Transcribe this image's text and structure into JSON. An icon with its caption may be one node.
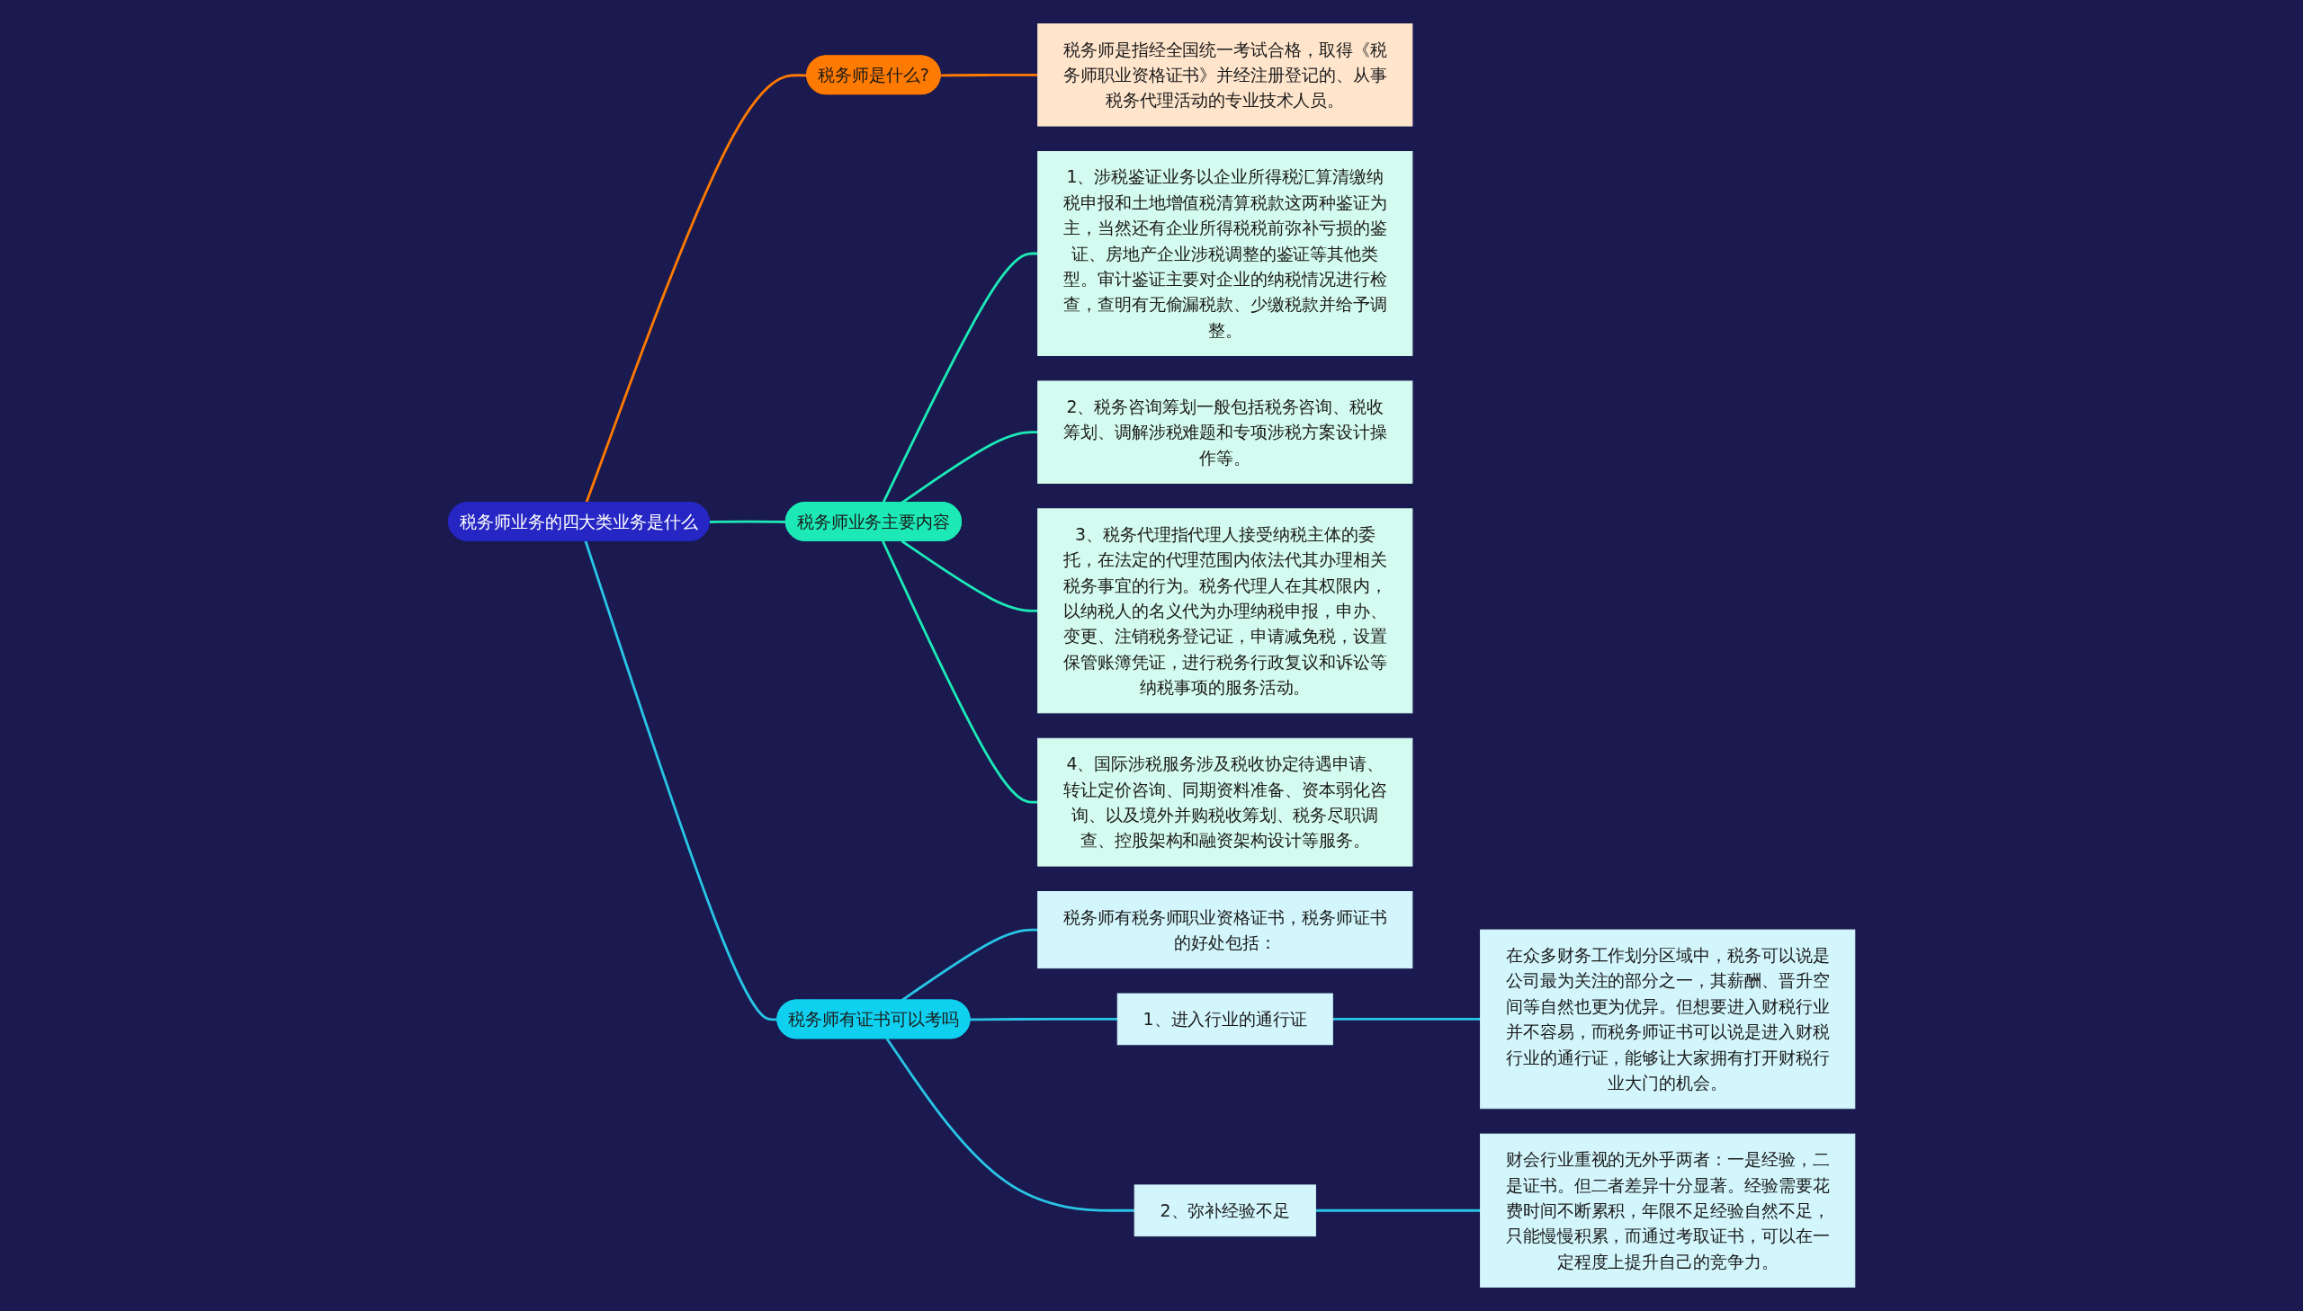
{
  "diagram": {
    "nodes": [
      {
        "text": [
          "税务师业务的四大类业务是什么"
        ]
      },
      {
        "text": [
          "税务师是什么?"
        ]
      },
      {
        "text": [
          "税务师是指经全国统一考试合格，取得《税务师职业资格证书》并经注册登记的、从事税务代理活动的专业技术人员。"
        ]
      },
      {
        "text": [
          "税务师业务主要内容"
        ]
      },
      {
        "text": [
          "1、涉税鉴证业务以企业所得税汇算清缴纳税申报和土地增值税清算税款这两种鉴证为主，当然还有企业所得税税前弥补亏损的鉴证、房地产企业涉税调整的鉴证等其他类型。审计鉴证主要对企业的纳税情况进行检查，查明有无偷漏税款、少缴税款并给予调整。"
        ]
      },
      {
        "text": [
          "2、税务咨询筹划一般包括税务咨询、税收筹划、调解涉税难题和专项涉税方案设计操作等。"
        ]
      },
      {
        "text": [
          "3、税务代理指代理人接受纳税主体的委托，在法定的代理范围内依法代其办理相关税务事宜的行为。税务代理人在其权限内，以纳税人的名义代为办理纳税申报，申办、变更、注销税务登记证，申请减免税，设置保管账簿凭证，进行税务行政复议和诉讼等纳税事项的服务活动。"
        ]
      },
      {
        "text": [
          "4、国际涉税服务涉及税收协定待遇申请、转让定价咨询、同期资料准备、资本弱化咨询、以及境外并购税收筹划、税务尽职调查、控股架构和融资架构设计等服务。"
        ]
      },
      {
        "text": [
          "税务师有证书可以考吗"
        ]
      },
      {
        "text": [
          "税务师有税务师职业资格证书，税务师证书的好处包括："
        ]
      },
      {
        "text": [
          "1、进入行业的通行证"
        ]
      },
      {
        "text": [
          "在众多财务工作划分区域中，税务可以说是公司最为关注的部分之一，其薪酬、晋升空间等自然也更为优异。但想要进入财税行业并不容易，而税务师证书可以说是进入财税行业的通行证，能够让大家拥有打开财税行业大门的机会。"
        ]
      },
      {
        "text": [
          "2、弥补经验不足"
        ]
      },
      {
        "text": [
          "财会行业重视的无外乎两者：一是经验，二是证书。但二者差异十分显著。经验需要花费时间不断累积，年限不足经验自然不足，只能慢慢积累，而通过考取证书，可以在一定程度上提升自己的竞争力。"
        ]
      }
    ],
    "edges": [
      {
        "from": 0,
        "to": 1,
        "arrow": "none",
        "color": "#ff7a00"
      },
      {
        "from": 1,
        "to": 2,
        "arrow": "none",
        "color": "#ff7a00"
      },
      {
        "from": 0,
        "to": 3,
        "arrow": "none",
        "color": "#1de9b6"
      },
      {
        "from": 3,
        "to": 4,
        "arrow": "none",
        "color": "#1de9b6"
      },
      {
        "from": 3,
        "to": 5,
        "arrow": "none",
        "color": "#1de9b6"
      },
      {
        "from": 3,
        "to": 6,
        "arrow": "none",
        "color": "#1de9b6"
      },
      {
        "from": 3,
        "to": 7,
        "arrow": "none",
        "color": "#1de9b6"
      },
      {
        "from": 0,
        "to": 8,
        "arrow": "none"
      },
      {
        "from": 8,
        "to": 9,
        "arrow": "none"
      },
      {
        "from": 8,
        "to": 10,
        "arrow": "none"
      },
      {
        "from": 10,
        "to": 11,
        "arrow": "none"
      },
      {
        "from": 8,
        "to": 12,
        "arrow": "none"
      },
      {
        "from": 12,
        "to": 13,
        "arrow": "none"
      }
    ]
  }
}
